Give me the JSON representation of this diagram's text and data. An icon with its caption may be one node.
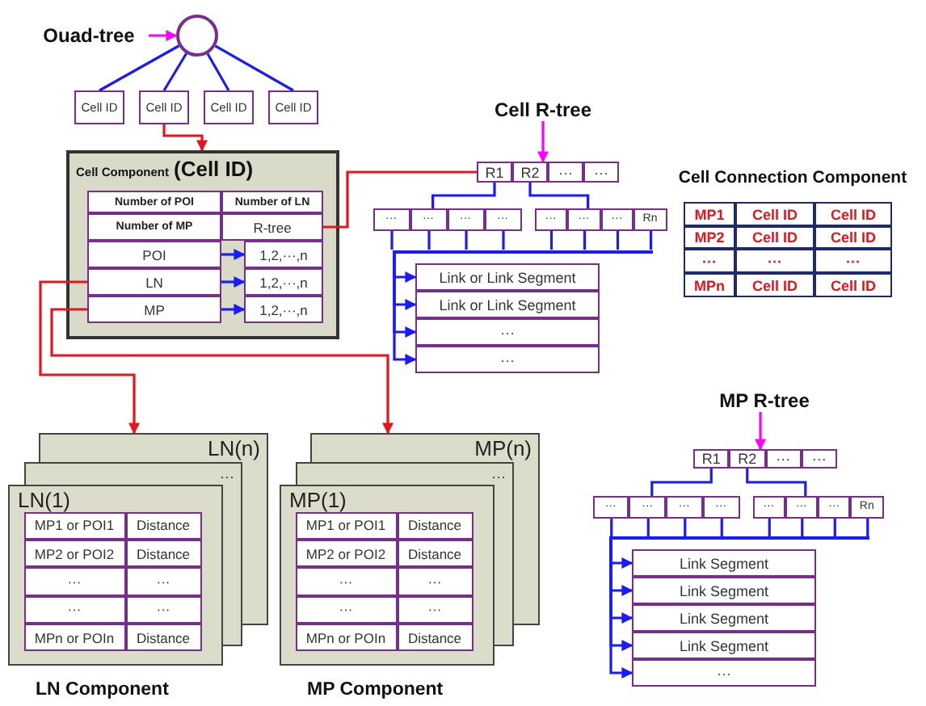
{
  "diagram": {
    "nodes": [
      {
        "text": [
          "Ouad-tree"
        ]
      },
      {
        "text": [],
        "shape": "circle"
      },
      {
        "text": [
          "Cell ID"
        ]
      },
      {
        "text": [
          "Cell ID"
        ]
      },
      {
        "text": [
          "Cell ID"
        ]
      },
      {
        "text": [
          "Cell ID"
        ]
      },
      {
        "text": [
          "Cell Component",
          "(Cell ID)"
        ]
      },
      {
        "text": [
          "Number of POI"
        ],
        "in": 6
      },
      {
        "text": [
          "Number of LN"
        ],
        "in": 6
      },
      {
        "text": [
          "Number of MP"
        ],
        "in": 6
      },
      {
        "text": [
          "R-tree"
        ],
        "in": 6
      },
      {
        "text": [
          "POI"
        ],
        "in": 6
      },
      {
        "text": [
          "LN"
        ],
        "in": 6
      },
      {
        "text": [
          "MP"
        ],
        "in": 6
      },
      {
        "text": [
          "1,2,···,n"
        ],
        "in": 6
      },
      {
        "text": [
          "1,2,···,n"
        ],
        "in": 6
      },
      {
        "text": [
          "1,2,···,n"
        ],
        "in": 6
      },
      {
        "text": [
          "Cell R-tree"
        ]
      },
      {
        "text": [
          "R1"
        ]
      },
      {
        "text": [
          "R2"
        ]
      },
      {
        "text": [
          "···"
        ]
      },
      {
        "text": [
          "···"
        ]
      },
      {
        "text": [],
        "shape": "bar"
      },
      {
        "text": [
          "···"
        ],
        "in": 22
      },
      {
        "text": [
          "···"
        ],
        "in": 22
      },
      {
        "text": [
          "···"
        ],
        "in": 22
      },
      {
        "text": [
          "···"
        ],
        "in": 22
      },
      {
        "text": [],
        "shape": "bar"
      },
      {
        "text": [
          "···"
        ],
        "in": 27
      },
      {
        "text": [
          "···"
        ],
        "in": 27
      },
      {
        "text": [
          "···"
        ],
        "in": 27
      },
      {
        "text": [
          "Rn"
        ],
        "in": 27
      },
      {
        "text": [
          "Link or Link Segment"
        ]
      },
      {
        "text": [
          "Link or Link Segment"
        ]
      },
      {
        "text": [
          "···"
        ]
      },
      {
        "text": [
          "···"
        ]
      },
      {
        "text": [
          "Cell Connection Component"
        ]
      },
      {
        "text": [
          "MP1"
        ],
        "in": 36
      },
      {
        "text": [
          "Cell ID"
        ],
        "in": 36
      },
      {
        "text": [
          "Cell ID"
        ],
        "in": 36
      },
      {
        "text": [
          "MP2"
        ],
        "in": 36
      },
      {
        "text": [
          "Cell ID"
        ],
        "in": 36
      },
      {
        "text": [
          "Cell ID"
        ],
        "in": 36
      },
      {
        "text": [
          "···"
        ],
        "in": 36
      },
      {
        "text": [
          "···"
        ],
        "in": 36
      },
      {
        "text": [
          "···"
        ],
        "in": 36
      },
      {
        "text": [
          "MPn"
        ],
        "in": 36
      },
      {
        "text": [
          "Cell ID"
        ],
        "in": 36
      },
      {
        "text": [
          "Cell ID"
        ],
        "in": 36
      },
      {
        "text": [
          "LN(n)"
        ]
      },
      {
        "text": [
          "···"
        ]
      },
      {
        "text": [
          "LN(1)"
        ]
      },
      {
        "text": [
          "MP1 or POI1"
        ],
        "in": 51
      },
      {
        "text": [
          "Distance"
        ],
        "in": 51
      },
      {
        "text": [
          "MP2 or POI2"
        ],
        "in": 51
      },
      {
        "text": [
          "Distance"
        ],
        "in": 51
      },
      {
        "text": [
          "···"
        ],
        "in": 51
      },
      {
        "text": [
          "···"
        ],
        "in": 51
      },
      {
        "text": [
          "···"
        ],
        "in": 51
      },
      {
        "text": [
          "···"
        ],
        "in": 51
      },
      {
        "text": [
          "MPn or POIn"
        ],
        "in": 51
      },
      {
        "text": [
          "Distance"
        ],
        "in": 51
      },
      {
        "text": [
          "MP(n)"
        ]
      },
      {
        "text": [
          "···"
        ]
      },
      {
        "text": [
          "MP(1)"
        ]
      },
      {
        "text": [
          "MP1 or POI1"
        ],
        "in": 64
      },
      {
        "text": [
          "Distance"
        ],
        "in": 64
      },
      {
        "text": [
          "MP2 or POI2"
        ],
        "in": 64
      },
      {
        "text": [
          "Distance"
        ],
        "in": 64
      },
      {
        "text": [
          "···"
        ],
        "in": 64
      },
      {
        "text": [
          "···"
        ],
        "in": 64
      },
      {
        "text": [
          "···"
        ],
        "in": 64
      },
      {
        "text": [
          "···"
        ],
        "in": 64
      },
      {
        "text": [
          "MPn or POIn"
        ],
        "in": 64
      },
      {
        "text": [
          "Distance"
        ],
        "in": 64
      },
      {
        "text": [
          "MP R-tree"
        ]
      },
      {
        "text": [
          "R1"
        ]
      },
      {
        "text": [
          "R2"
        ]
      },
      {
        "text": [
          "···"
        ]
      },
      {
        "text": [
          "···"
        ]
      },
      {
        "text": [],
        "shape": "bar"
      },
      {
        "text": [
          "···"
        ],
        "in": 80
      },
      {
        "text": [
          "···"
        ],
        "in": 80
      },
      {
        "text": [
          "···"
        ],
        "in": 80
      },
      {
        "text": [
          "···"
        ],
        "in": 80
      },
      {
        "text": [],
        "shape": "bar"
      },
      {
        "text": [
          "···"
        ],
        "in": 85
      },
      {
        "text": [
          "···"
        ],
        "in": 85
      },
      {
        "text": [
          "···"
        ],
        "in": 85
      },
      {
        "text": [
          "Rn"
        ],
        "in": 85
      },
      {
        "text": [
          "Link Segment"
        ]
      },
      {
        "text": [
          "Link Segment"
        ]
      },
      {
        "text": [
          "Link Segment"
        ]
      },
      {
        "text": [
          "Link Segment"
        ]
      },
      {
        "text": [
          "···"
        ]
      },
      {
        "text": [],
        "shape": "bar"
      },
      {
        "text": [],
        "shape": "bar"
      },
      {
        "text": [],
        "shape": "box"
      },
      {
        "text": [],
        "shape": "box"
      },
      {
        "text": [],
        "shape": "box"
      },
      {
        "text": [],
        "shape": "box"
      }
    ],
    "edges": [
      {
        "from": 0,
        "to": 1,
        "arrow": "to",
        "color": "#ff00ff"
      },
      {
        "from": 1,
        "to": 2,
        "arrow": "none"
      },
      {
        "from": 1,
        "to": 3,
        "arrow": "none"
      },
      {
        "from": 1,
        "to": 4,
        "arrow": "none"
      },
      {
        "from": 1,
        "to": 5,
        "arrow": "none"
      },
      {
        "from": 3,
        "to": 6,
        "arrow": "to",
        "color": "#e8141c"
      },
      {
        "from": 10,
        "to": 18,
        "arrow": "none",
        "color": "#e8141c"
      },
      {
        "from": 11,
        "to": 14,
        "arrow": "to"
      },
      {
        "from": 12,
        "to": 15,
        "arrow": "to"
      },
      {
        "from": 13,
        "to": 16,
        "arrow": "to"
      },
      {
        "from": 12,
        "to": 49,
        "arrow": "to",
        "color": "#e8141c"
      },
      {
        "from": 13,
        "to": 62,
        "arrow": "to",
        "color": "#e8141c"
      },
      {
        "from": 17,
        "to": 19,
        "arrow": "to",
        "color": "#ff00ff"
      },
      {
        "from": 18,
        "to": 22,
        "arrow": "none"
      },
      {
        "from": 19,
        "to": 27,
        "arrow": "none"
      },
      {
        "from": 23,
        "to": 95,
        "arrow": "none"
      },
      {
        "from": 24,
        "to": 95,
        "arrow": "none"
      },
      {
        "from": 25,
        "to": 95,
        "arrow": "none"
      },
      {
        "from": 26,
        "to": 95,
        "arrow": "none"
      },
      {
        "from": 28,
        "to": 95,
        "arrow": "none"
      },
      {
        "from": 29,
        "to": 95,
        "arrow": "none"
      },
      {
        "from": 30,
        "to": 95,
        "arrow": "none"
      },
      {
        "from": 31,
        "to": 95,
        "arrow": "none"
      },
      {
        "from": 95,
        "to": 32,
        "arrow": "to"
      },
      {
        "from": 95,
        "to": 33,
        "arrow": "to"
      },
      {
        "from": 95,
        "to": 34,
        "arrow": "to"
      },
      {
        "from": 95,
        "to": 35,
        "arrow": "to"
      },
      {
        "from": 75,
        "to": 77,
        "arrow": "to",
        "color": "#ff00ff"
      },
      {
        "from": 76,
        "to": 80,
        "arrow": "none"
      },
      {
        "from": 77,
        "to": 85,
        "arrow": "none"
      },
      {
        "from": 81,
        "to": 96,
        "arrow": "none"
      },
      {
        "from": 82,
        "to": 96,
        "arrow": "none"
      },
      {
        "from": 83,
        "to": 96,
        "arrow": "none"
      },
      {
        "from": 84,
        "to": 96,
        "arrow": "none"
      },
      {
        "from": 86,
        "to": 96,
        "arrow": "none"
      },
      {
        "from": 87,
        "to": 96,
        "arrow": "none"
      },
      {
        "from": 88,
        "to": 96,
        "arrow": "none"
      },
      {
        "from": 89,
        "to": 96,
        "arrow": "none"
      },
      {
        "from": 96,
        "to": 90,
        "arrow": "to"
      },
      {
        "from": 96,
        "to": 91,
        "arrow": "to"
      },
      {
        "from": 96,
        "to": 92,
        "arrow": "to"
      },
      {
        "from": 96,
        "to": 93,
        "arrow": "to"
      },
      {
        "from": 96,
        "to": 94,
        "arrow": "to"
      }
    ],
    "labels": [
      "LN Component",
      "MP Component"
    ]
  }
}
